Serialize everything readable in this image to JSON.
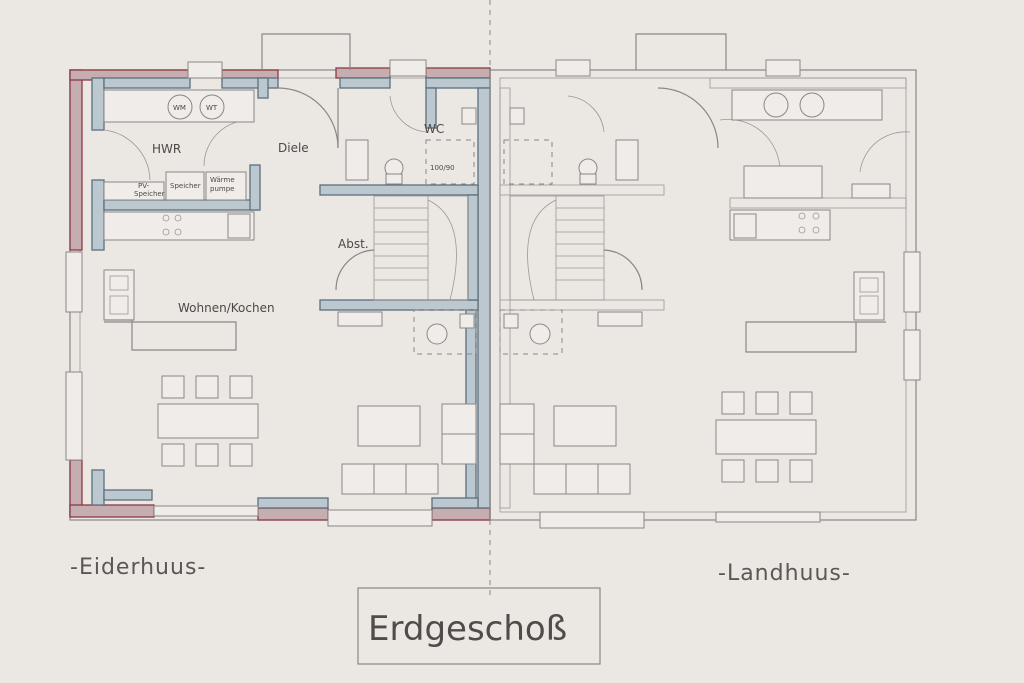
{
  "plan_title": "Erdgeschoß",
  "houses": {
    "left": "-Eiderhuus-",
    "right": "-Landhuus-"
  },
  "rooms": {
    "hwr": "HWR",
    "diele": "Diele",
    "wc": "WC",
    "wohnen": "Wohnen/Kochen",
    "abst": "Abst."
  },
  "fixtures": {
    "wm": "WM",
    "wt": "WT",
    "speicher": "Speicher",
    "waerme_1": "Wärme",
    "waerme_2": "pumpe",
    "pv_1": "PV-",
    "pv_2": "Speicher",
    "shower": "100/90"
  },
  "colors": {
    "paper": "#ebe7e3",
    "wall_blue": "#5d6e7c",
    "wall_red": "#8a3a45",
    "line": "#8a8785"
  }
}
